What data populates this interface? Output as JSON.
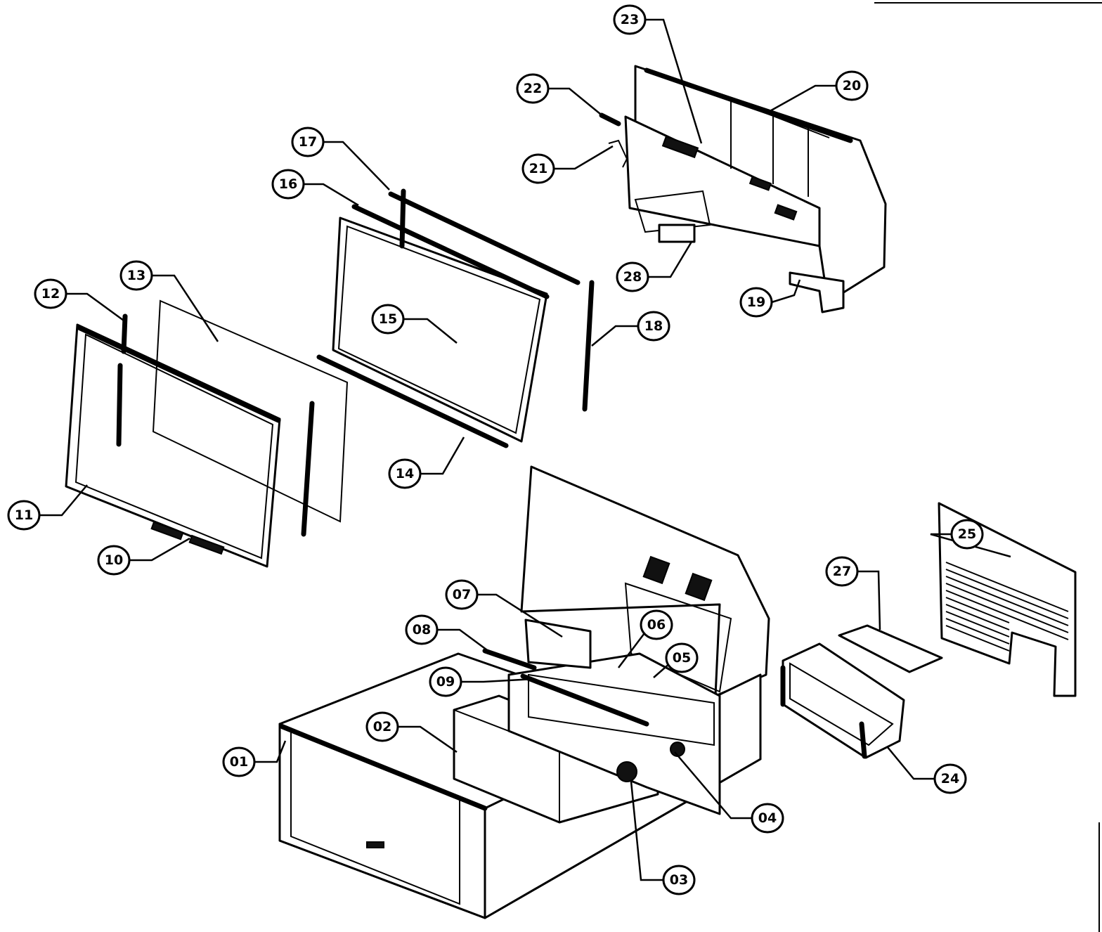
{
  "callouts": [
    {
      "id": "01",
      "label": "01"
    },
    {
      "id": "02",
      "label": "02"
    },
    {
      "id": "03",
      "label": "03"
    },
    {
      "id": "04",
      "label": "04"
    },
    {
      "id": "05",
      "label": "05"
    },
    {
      "id": "06",
      "label": "06"
    },
    {
      "id": "07",
      "label": "07"
    },
    {
      "id": "08",
      "label": "08"
    },
    {
      "id": "09",
      "label": "09"
    },
    {
      "id": "10",
      "label": "10"
    },
    {
      "id": "11",
      "label": "11"
    },
    {
      "id": "12",
      "label": "12"
    },
    {
      "id": "13",
      "label": "13"
    },
    {
      "id": "14",
      "label": "14"
    },
    {
      "id": "15",
      "label": "15"
    },
    {
      "id": "16",
      "label": "16"
    },
    {
      "id": "17",
      "label": "17"
    },
    {
      "id": "18",
      "label": "18"
    },
    {
      "id": "19",
      "label": "19"
    },
    {
      "id": "20",
      "label": "20"
    },
    {
      "id": "21",
      "label": "21"
    },
    {
      "id": "22",
      "label": "22"
    },
    {
      "id": "23",
      "label": "23"
    },
    {
      "id": "24",
      "label": "24"
    },
    {
      "id": "25",
      "label": "25"
    },
    {
      "id": "27",
      "label": "27"
    },
    {
      "id": "28",
      "label": "28"
    }
  ],
  "colors": {
    "ink": "#000000",
    "paper": "#ffffff"
  }
}
